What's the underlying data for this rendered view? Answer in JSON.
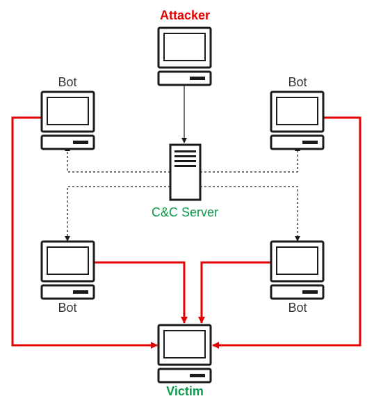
{
  "nodes": {
    "attacker": {
      "label": "Attacker"
    },
    "bot_top_left": {
      "label": "Bot"
    },
    "bot_top_right": {
      "label": "Bot"
    },
    "cnc_server": {
      "label": "C&C Server"
    },
    "bot_bottom_left": {
      "label": "Bot"
    },
    "bot_bottom_right": {
      "label": "Bot"
    },
    "victim": {
      "label": "Victim"
    }
  },
  "colors": {
    "attack": "#e30000",
    "server": "#0c9a4b",
    "bot_text": "#333333",
    "outline": "#1a1a1a",
    "control_line": "#555555"
  },
  "icons": {
    "computer": "computer-icon",
    "server": "server-icon"
  }
}
